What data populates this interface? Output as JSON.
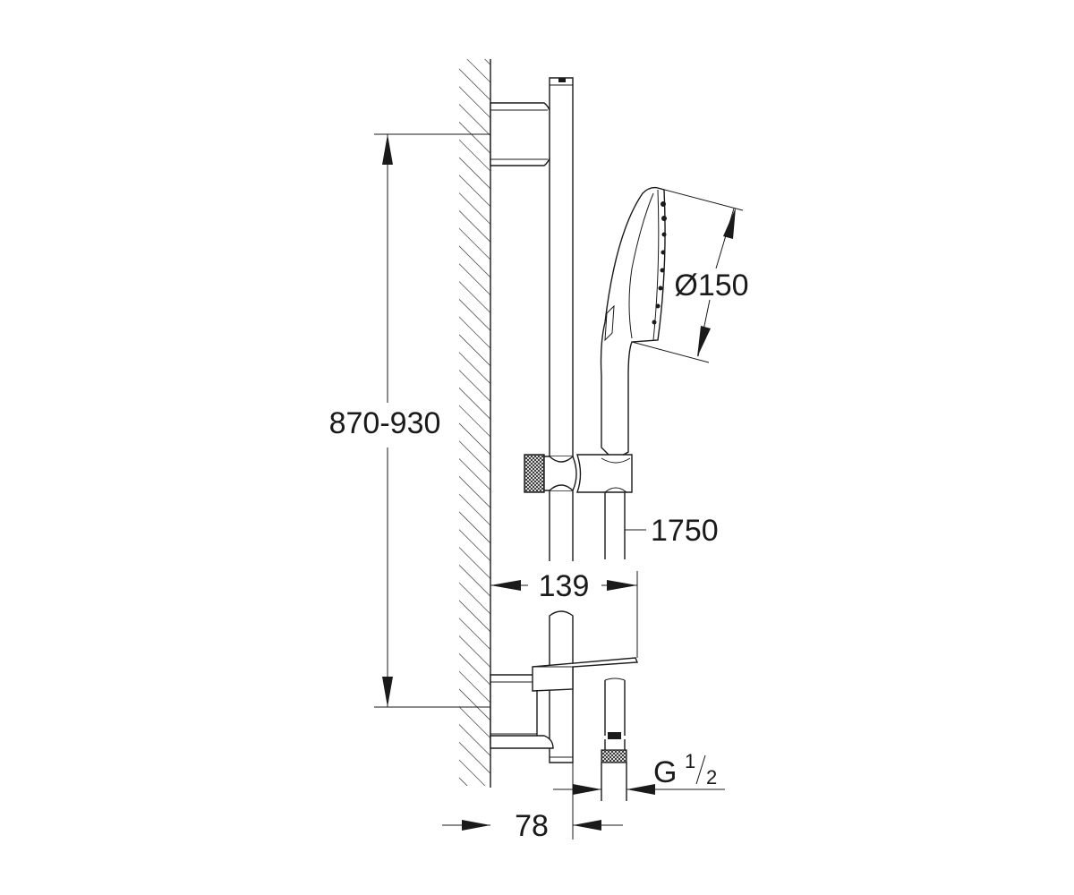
{
  "dimensions": {
    "height_range": "870-930",
    "head_diameter": "Ø150",
    "hose_length": "1750",
    "holder_projection": "139",
    "wall_offset": "78",
    "thread_main": "G",
    "thread_num": "1",
    "thread_den": "2"
  },
  "colors": {
    "line": "#1a1a1a",
    "background": "#ffffff"
  }
}
